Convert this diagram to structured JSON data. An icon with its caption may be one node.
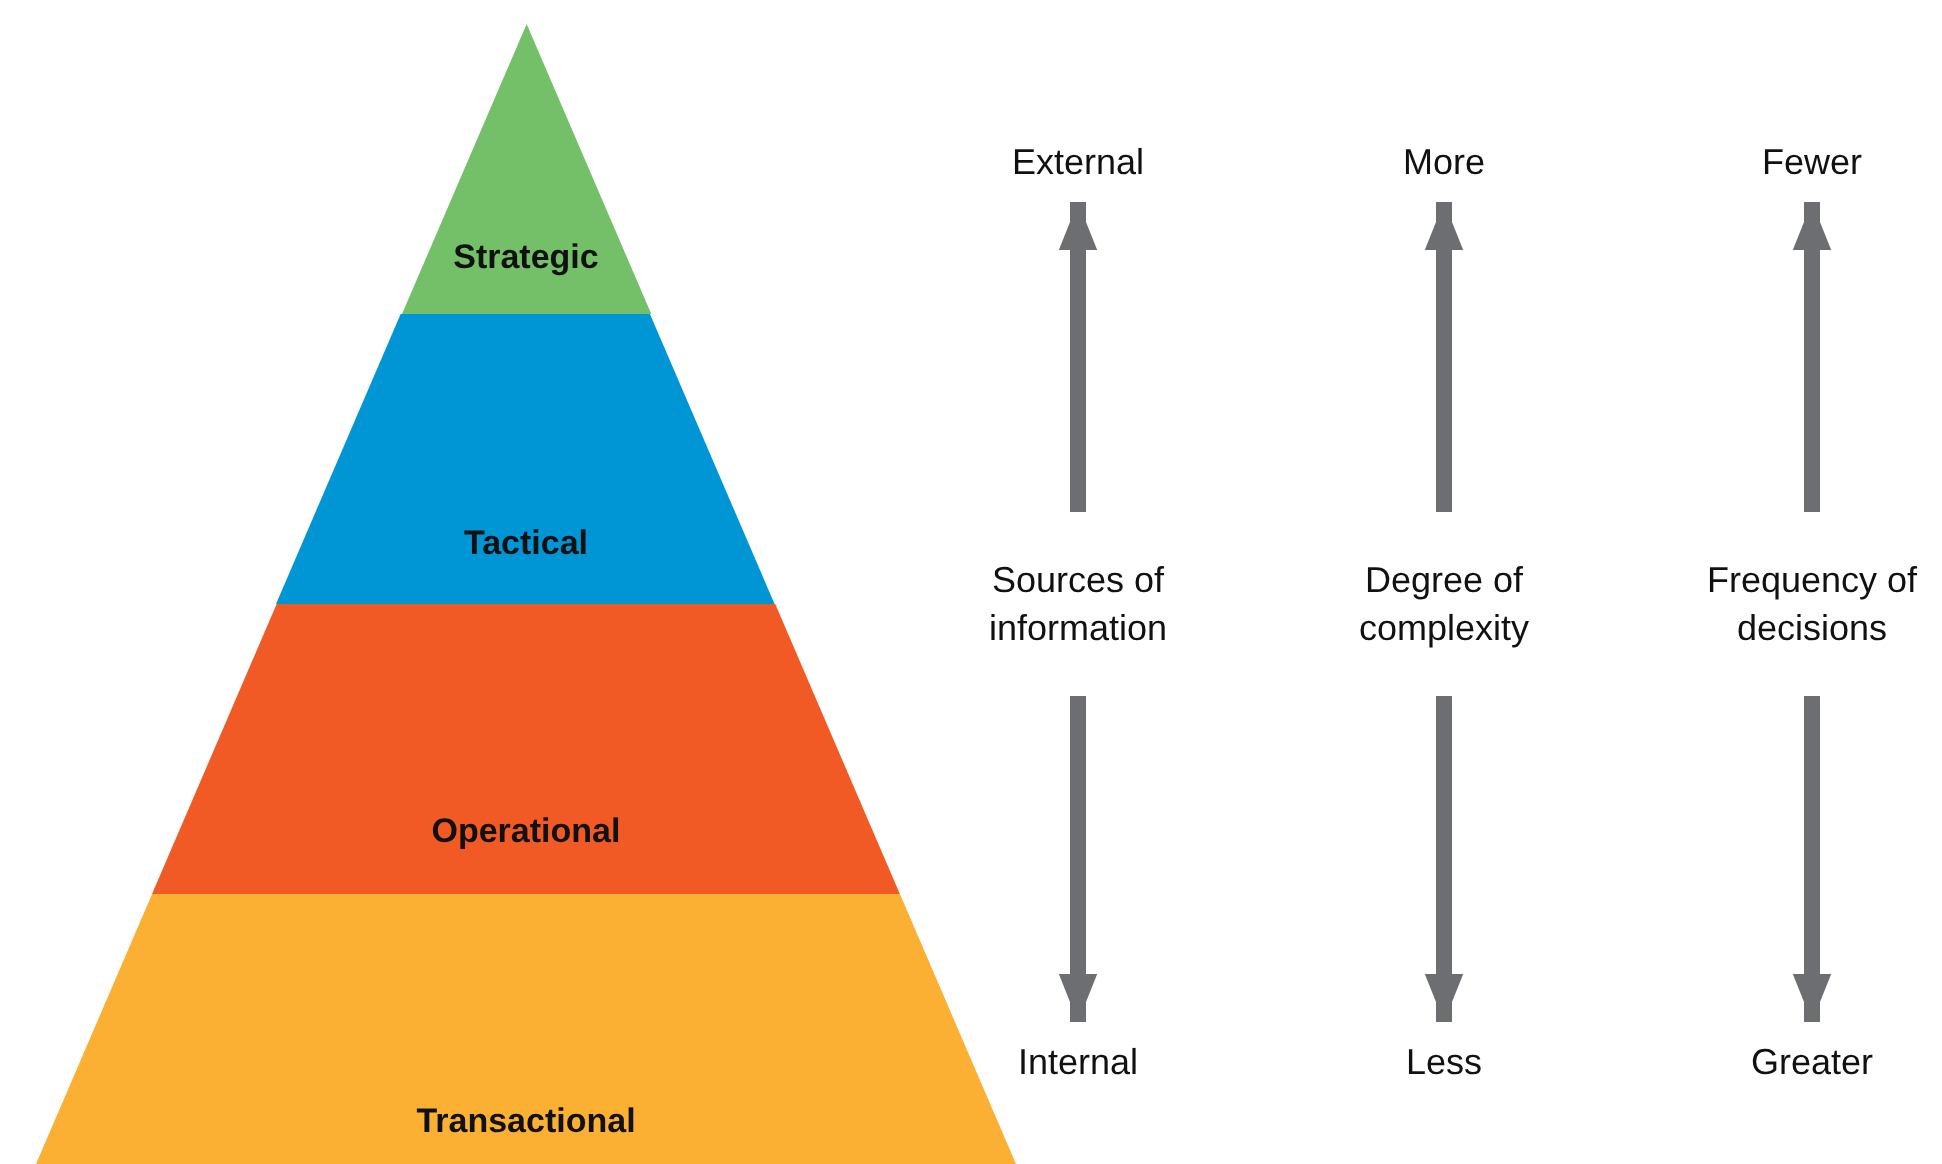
{
  "diagram": {
    "nodes": [
      {
        "text": [
          "Strategic"
        ]
      },
      {
        "text": [
          "Tactical"
        ]
      },
      {
        "text": [
          "Operational"
        ]
      },
      {
        "text": [
          "Transactional"
        ]
      },
      {
        "text": [
          "External"
        ]
      },
      {
        "text": [
          "Sources of information"
        ]
      },
      {
        "text": [
          "Internal"
        ]
      },
      {
        "text": [
          "More"
        ]
      },
      {
        "text": [
          "Degree of complexity"
        ]
      },
      {
        "text": [
          "Less"
        ]
      },
      {
        "text": [
          "Fewer"
        ]
      },
      {
        "text": [
          "Frequency of decisions"
        ]
      },
      {
        "text": [
          "Greater"
        ]
      }
    ],
    "edges": [
      {
        "from": 5,
        "to": 4,
        "arrow": "to"
      },
      {
        "from": 5,
        "to": 6,
        "arrow": "to"
      },
      {
        "from": 8,
        "to": 7,
        "arrow": "to"
      },
      {
        "from": 8,
        "to": 9,
        "arrow": "to"
      },
      {
        "from": 11,
        "to": 10,
        "arrow": "to"
      },
      {
        "from": 11,
        "to": 12,
        "arrow": "to"
      }
    ]
  }
}
